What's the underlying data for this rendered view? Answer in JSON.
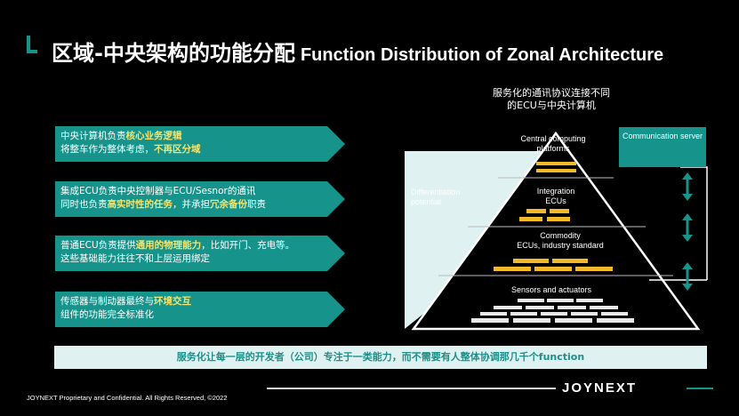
{
  "header": {
    "title_zh": "区域-中央架构的功能分配",
    "title_en": "Function Distribution of Zonal Architecture"
  },
  "subtitle": {
    "line1": "服务化的通讯协议连接不同",
    "line2": "的ECU与中央计算机"
  },
  "arrows": [
    {
      "l1a": "中央计算机负责",
      "l1b": "核心业务逻辑",
      "l2a": "将整车作为整体考虑，",
      "l2b": "不再区分域",
      "l2c": ""
    },
    {
      "l1a": "集成ECU负责中央控制器与ECU/Sesnor的通讯",
      "l1b": "",
      "l2a": "同时也负责",
      "l2b": "高实时性的任务",
      "l2c": "，并承担",
      "l2d": "冗余备份",
      "l2e": "职责"
    },
    {
      "l1a": "普通ECU负责提供",
      "l1b": "通用的物理能力",
      "l1c": "，比如开门、充电等。",
      "l2a": "这些基础能力往往不和上层运用绑定"
    },
    {
      "l1a": "传感器与制动器最终与",
      "l1b": "环境交互",
      "l2a": "组件的功能完全标准化"
    }
  ],
  "pyramid": {
    "differentiation": "Differentiation potential",
    "level1": "Central computing platforms",
    "level2a": "Integration",
    "level2b": "ECUs",
    "level3a": "Commodity",
    "level3b": "ECUs, industry standard",
    "level4": "Sensors and actuators",
    "comm_server": "Communication server"
  },
  "bottom_note": "服务化让每一层的开发者（公司）专注于一类能力，而不需要有人整体协调那几千个function",
  "footer": {
    "text": "JOYNEXT Proprietary and Confidential. All Rights Reserved, ©2022",
    "logo": "JOYNEXT"
  },
  "colors": {
    "teal": "#16948c",
    "light_teal": "#dff1f0",
    "highlight": "#f7e36a",
    "gold": "#f2b92b"
  }
}
